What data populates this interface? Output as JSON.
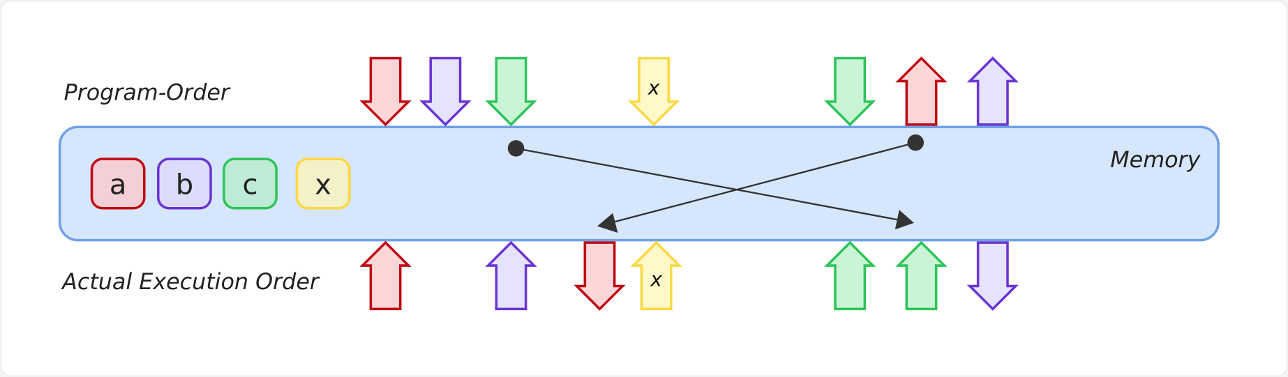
{
  "labels": {
    "program_order": "Program-Order",
    "actual_order": "Actual Execution Order",
    "memory": "Memory"
  },
  "colors": {
    "red": {
      "stroke": "#bf0a14",
      "fill": "#ffd6d8",
      "box": "#f4cfd6"
    },
    "purple": {
      "stroke": "#6a35d1",
      "fill": "#e6e4fd",
      "box": "#dcdbfb"
    },
    "green": {
      "stroke": "#2ec458",
      "fill": "#c9f5d6",
      "box": "#bdebd6"
    },
    "yellow": {
      "stroke": "#fcd843",
      "fill": "#fff8c9",
      "box": "#f4f1c8"
    },
    "memory": {
      "stroke": "#6fa0e6",
      "fill": "#d6e6fd"
    }
  },
  "variables": [
    {
      "name": "a",
      "color": "red"
    },
    {
      "name": "b",
      "color": "purple"
    },
    {
      "name": "c",
      "color": "green"
    },
    {
      "name": "x",
      "color": "yellow"
    }
  ],
  "program_order": [
    {
      "color": "red",
      "direction": "down",
      "label": ""
    },
    {
      "color": "purple",
      "direction": "down",
      "label": ""
    },
    {
      "color": "green",
      "direction": "down",
      "label": ""
    },
    {
      "color": "yellow",
      "direction": "down",
      "label": "x"
    },
    {
      "color": "green",
      "direction": "down",
      "label": ""
    },
    {
      "color": "red",
      "direction": "up",
      "label": ""
    },
    {
      "color": "purple",
      "direction": "up",
      "label": ""
    }
  ],
  "actual_order": [
    {
      "color": "red",
      "direction": "up",
      "label": ""
    },
    {
      "color": "purple",
      "direction": "up",
      "label": ""
    },
    {
      "color": "red",
      "direction": "down",
      "label": ""
    },
    {
      "color": "yellow",
      "direction": "up",
      "label": "x"
    },
    {
      "color": "green",
      "direction": "up",
      "label": ""
    },
    {
      "color": "green",
      "direction": "up",
      "label": ""
    },
    {
      "color": "purple",
      "direction": "down",
      "label": ""
    }
  ]
}
